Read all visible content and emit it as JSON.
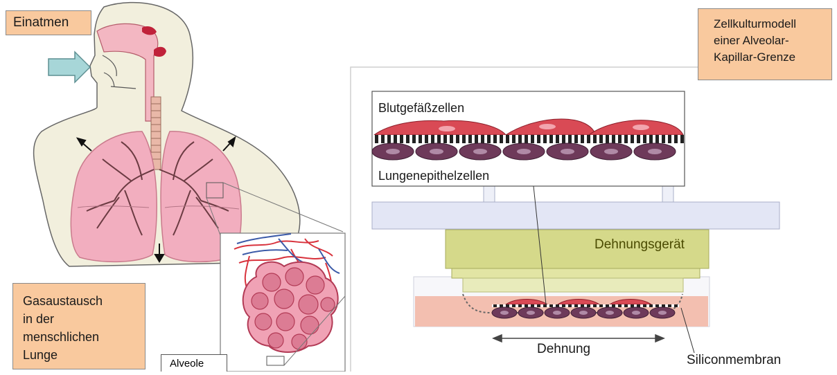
{
  "labels": {
    "einatmen": "Einatmen",
    "zellkultur": [
      "Zellkulturmodell",
      "einer Alveolar-",
      "Kapillar-Grenze"
    ],
    "gasaustausch": [
      "Gasaustausch",
      "in der",
      "menschlichen",
      "Lunge"
    ],
    "alveole": "Alveole",
    "blutgefaesszellen": "Blutgefäßzellen",
    "lungenepithelzellen": "Lungenepithelzellen",
    "dehnungsgeraet": "Dehnungsgerät",
    "dehnung": "Dehnung",
    "siliconmembran": "Siliconmembran"
  },
  "colors": {
    "label_box": "#f9c99e",
    "skin": "#f3f0e0",
    "lung": "#f2aebf",
    "bronchi": "#6b3b42",
    "endothelial_cell": "#d94a55",
    "epithelial_cell": "#6e3a5a",
    "device": "#d8db8a",
    "plate": "#e3e6f5",
    "medium": "#f3bfb0"
  }
}
